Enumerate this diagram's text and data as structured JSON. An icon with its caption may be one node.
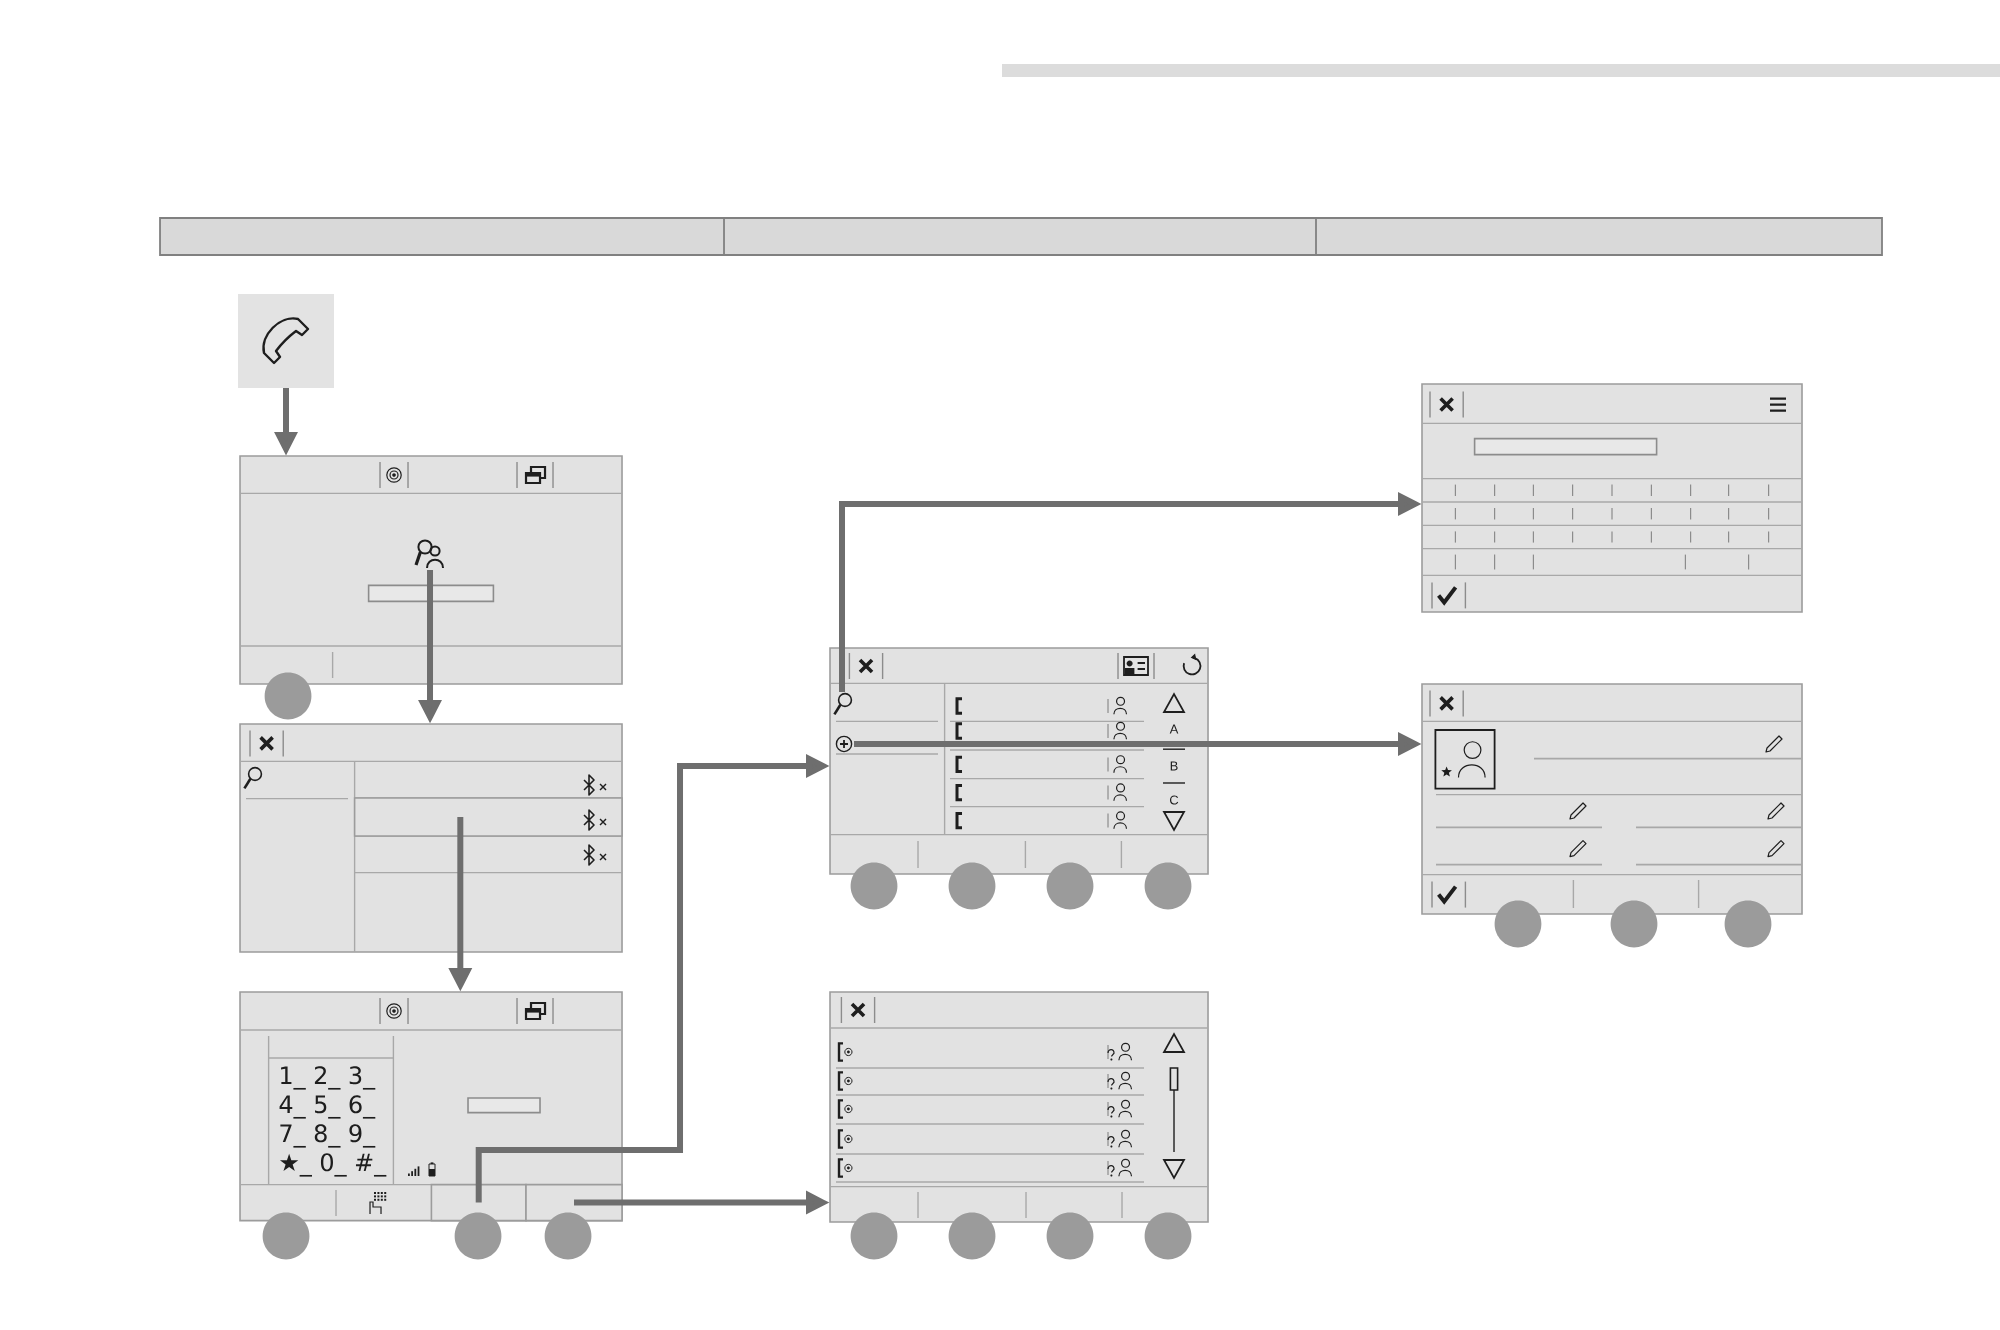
{
  "diagram": {
    "nodes": [
      {
        "text": [],
        "shape": "picture"
      },
      {
        "text": [],
        "shape": "box"
      },
      {
        "text": [],
        "shape": "picture",
        "in": 1
      },
      {
        "text": [],
        "shape": "box"
      },
      {
        "text": [],
        "shape": "box",
        "in": 3
      },
      {
        "text": [
          "1_ 2_ 3_",
          "4_ 5_ 6_",
          "7_ 8_ 9_",
          "★_ 0_ #_"
        ]
      },
      {
        "text": [],
        "shape": "box",
        "in": 5
      },
      {
        "text": [],
        "shape": "box",
        "in": 5
      },
      {
        "text": [
          "A",
          "B",
          "C"
        ]
      },
      {
        "text": [],
        "shape": "picture",
        "in": 8
      },
      {
        "text": [],
        "shape": "picture",
        "in": 8
      },
      {
        "text": [],
        "shape": "box"
      },
      {
        "text": [],
        "shape": "box"
      },
      {
        "text": [],
        "shape": "box"
      }
    ],
    "edges": [
      {
        "from": 0,
        "to": 1,
        "arrow": "to"
      },
      {
        "from": 2,
        "to": 3,
        "arrow": "to"
      },
      {
        "from": 4,
        "to": 5,
        "arrow": "to"
      },
      {
        "from": 6,
        "to": 8,
        "arrow": "to"
      },
      {
        "from": 7,
        "to": 11,
        "arrow": "to"
      },
      {
        "from": 9,
        "to": 12,
        "arrow": "to"
      },
      {
        "from": 10,
        "to": 13,
        "arrow": "to"
      }
    ]
  }
}
